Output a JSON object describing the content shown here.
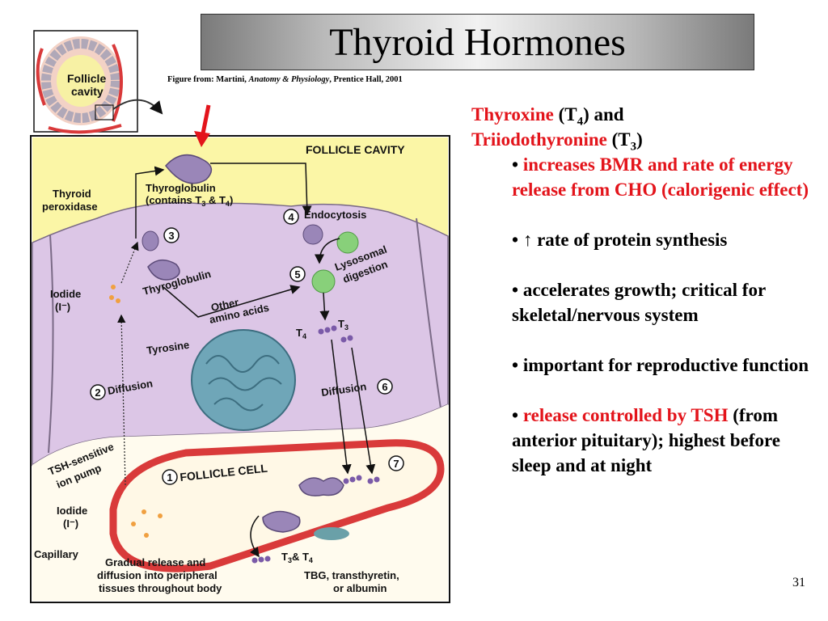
{
  "slide": {
    "title": "Thyroid Hormones",
    "caption": {
      "prefix": "Figure from: Martini, ",
      "book": "Anatomy & Physiology",
      "suffix": ", Prentice Hall, 2001"
    },
    "page_number": "31"
  },
  "diagram": {
    "inset": {
      "label_line1": "Follicle",
      "label_line2": "cavity"
    },
    "labels": {
      "follicle_cavity": "FOLLICLE CAVITY",
      "thyroglobulin_top": "Thyroglobulin",
      "contains_prefix": "(contains T",
      "contains_sub1": "3",
      "contains_mid": " & T",
      "contains_sub2": "4",
      "contains_suffix": ")",
      "thyroid": "Thyroid",
      "peroxidase": "peroxidase",
      "endocytosis": "Endocytosis",
      "lysosomal": "Lysosomal",
      "digestion": "digestion",
      "thyroglobulin_mid": "Thyroglobulin",
      "iodide": "Iodide",
      "iodide_symbol": "(I⁻)",
      "other": "Other",
      "amino_acids": "amino acids",
      "tyrosine": "Tyrosine",
      "t4": "T",
      "t4_sub": "4",
      "t3": "T",
      "t3_sub": "3",
      "diffusion_left": "Diffusion",
      "diffusion_right": "Diffusion",
      "tsh_line1": "TSH-sensitive",
      "tsh_line2": "ion pump",
      "follicle_cell": "FOLLICLE CELL",
      "iodide_bottom": "Iodide",
      "iodide_bottom_symbol": "(I⁻)",
      "capillary": "Capillary",
      "release_line1": "Gradual release and",
      "release_line2": "diffusion into peripheral",
      "release_line3": "tissues throughout body",
      "t3t4_prefix": "T",
      "t3t4_sub1": "3",
      "t3t4_mid": "& T",
      "t3t4_sub2": "4",
      "tbg_line1": "TBG, transthyretin,",
      "tbg_line2": "or albumin"
    },
    "steps": [
      "1",
      "2",
      "3",
      "4",
      "5",
      "6",
      "7"
    ]
  },
  "notes": {
    "heading_line1_a": "Thyroxine",
    "heading_line1_b": " (T",
    "heading_line1_sub": "4",
    "heading_line1_c": ") and",
    "heading_line2_a": "Triiodothyronine",
    "heading_line2_b": " (T",
    "heading_line2_sub": "3",
    "heading_line2_c": ")",
    "bullet_char": "• ",
    "b1": "increases BMR and rate of energy release from CHO (calorigenic effect)",
    "b2": "↑ rate of protein synthesis",
    "b3": "accelerates growth; critical for skeletal/nervous system",
    "b4": "important for reproductive function",
    "b5_red": "release controlled by TSH",
    "b5_rest": " (from anterior pituitary); highest before sleep and at night"
  },
  "colors": {
    "cavity": "#fbf6a6",
    "cell": "#dcc6e6",
    "capillary": "#d93a3a",
    "nucleus": "#6fa6b8",
    "arrow_red": "#e3141b",
    "text_red": "#e3141b"
  }
}
